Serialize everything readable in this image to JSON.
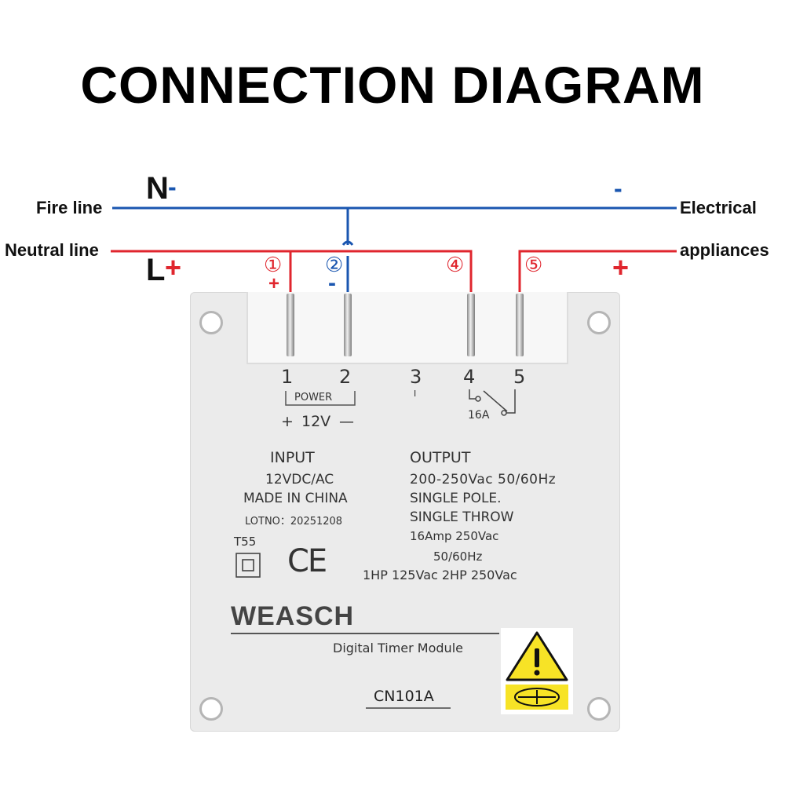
{
  "title": "CONNECTION DIAGRAM",
  "left_labels": {
    "fire_line": "Fire line",
    "neutral_line": "Neutral line"
  },
  "right_labels": {
    "line1": "Electrical",
    "line2": "appliances"
  },
  "supply": {
    "n_letter": "N",
    "n_sign": "-",
    "l_letter": "L",
    "l_sign": "+"
  },
  "load_signs": {
    "minus": "-",
    "plus": "+"
  },
  "terminal_markers": [
    {
      "num": "①",
      "sign": "+"
    },
    {
      "num": "②",
      "sign": "-"
    },
    {
      "num": "④"
    },
    {
      "num": "⑤"
    }
  ],
  "device": {
    "terminal_numbers": [
      "1",
      "2",
      "3",
      "4",
      "5"
    ],
    "terminal3_mark": "I",
    "power_label": "POWER",
    "power_plus": "+",
    "power_voltage": "12V",
    "power_minus": "—",
    "relay_current": "16A",
    "input_title": "INPUT",
    "input_lines": [
      "12VDC/AC",
      "MADE IN CHINA",
      "LOTNO：20251208"
    ],
    "output_title": "OUTPUT",
    "output_lines": [
      "200-250Vac  50/60Hz",
      "SINGLE  POLE.",
      "SINGLE  THROW",
      "16Amp   250Vac",
      "50/60Hz"
    ],
    "hp_line": "1HP   125Vac     2HP  250Vac",
    "t55": "T55",
    "ce": "CE",
    "brand": "WEASCH",
    "module": "Digital  Timer  Module",
    "model": "CN101A"
  },
  "colors": {
    "neutral_wire": "#1a56b0",
    "live_wire": "#e0262e",
    "device_body": "#ebebeb",
    "warning_yellow": "#f7e326"
  }
}
